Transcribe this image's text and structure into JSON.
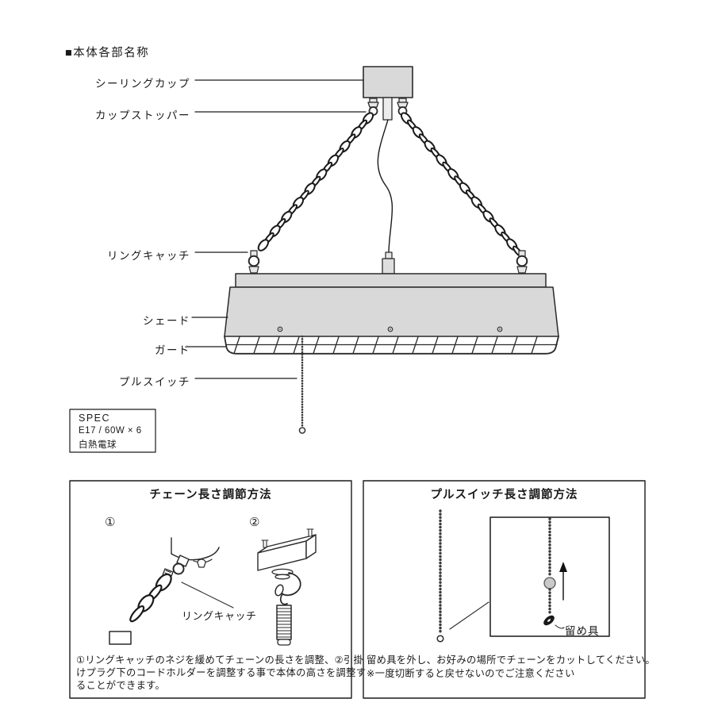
{
  "header": {
    "title": "■本体各部名称"
  },
  "part_labels": {
    "ceiling_cup": "シーリングカップ",
    "cup_stopper": "カップストッパー",
    "ring_catch": "リングキャッチ",
    "shade": "シェード",
    "guard": "ガード",
    "pull_switch": "プルスイッチ"
  },
  "spec_box": {
    "title": "SPEC",
    "line1": "E17 / 60W × 6",
    "line2": "白熱電球"
  },
  "chain_adjust_box": {
    "title": "チェーン長さ調節方法",
    "step1_mark": "①",
    "step2_mark": "②",
    "ring_catch_label": "リングキャッチ",
    "body_lines": [
      "①リングキャッチのネジを緩めてチェーンの長さを調整、②引掛",
      "けプラグ下のコードホルダーを調整する事で本体の高さを調整す",
      "ることができます。"
    ]
  },
  "pull_switch_box": {
    "title": "プルスイッチ長さ調節方法",
    "fastener_label": "留め具",
    "body_lines": [
      "留め具を外し、お好みの場所でチェーンをカットしてください。",
      "※一度切断すると戻せないのでご注意ください"
    ]
  }
}
